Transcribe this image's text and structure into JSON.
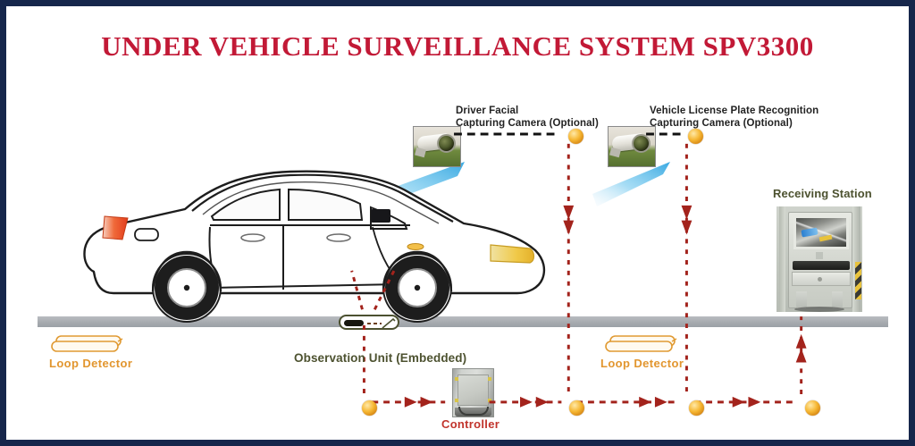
{
  "document": {
    "title": "UNDER VEHICLE SURVEILLANCE SYSTEM  SPV3300",
    "border_color": "#16264b",
    "title_color": "#c21936"
  },
  "labels": {
    "camera_driver_facial": "Driver Facial\nCapturing Camera (Optional)",
    "camera_license_plate": "Vehicle License Plate Recognition\nCapturing Camera (Optional)",
    "receiving_station": "Receiving Station",
    "observation_unit": "Observation Unit (Embedded)",
    "controller": "Controller",
    "loop_detector_left": "Loop Detector",
    "loop_detector_right": "Loop Detector"
  },
  "colors": {
    "label_dark": "#232323",
    "label_olive": "#4d5230",
    "label_orange": "#e2962f",
    "label_red": "#c1342c",
    "wire": "#a3231c",
    "node": "#f6b733",
    "beam": "#35a8e0",
    "road": "#aeb2b7"
  },
  "components": [
    {
      "name": "driver-facial-camera",
      "type": "camera",
      "optional": true
    },
    {
      "name": "license-plate-camera",
      "type": "camera",
      "optional": true
    },
    {
      "name": "observation-unit",
      "type": "embedded-scanner",
      "optional": false
    },
    {
      "name": "controller",
      "type": "cabinet",
      "optional": false
    },
    {
      "name": "receiving-station",
      "type": "kiosk",
      "optional": false
    },
    {
      "name": "loop-detector-left",
      "type": "inductive-loop",
      "optional": false
    },
    {
      "name": "loop-detector-right",
      "type": "inductive-loop",
      "optional": false
    },
    {
      "name": "vehicle",
      "type": "sedan",
      "optional": false
    }
  ],
  "icons": {
    "camera": "cctv-camera-icon",
    "loop": "loop-detector-icon",
    "node": "connection-node-icon",
    "arrow": "arrow-head-icon"
  }
}
